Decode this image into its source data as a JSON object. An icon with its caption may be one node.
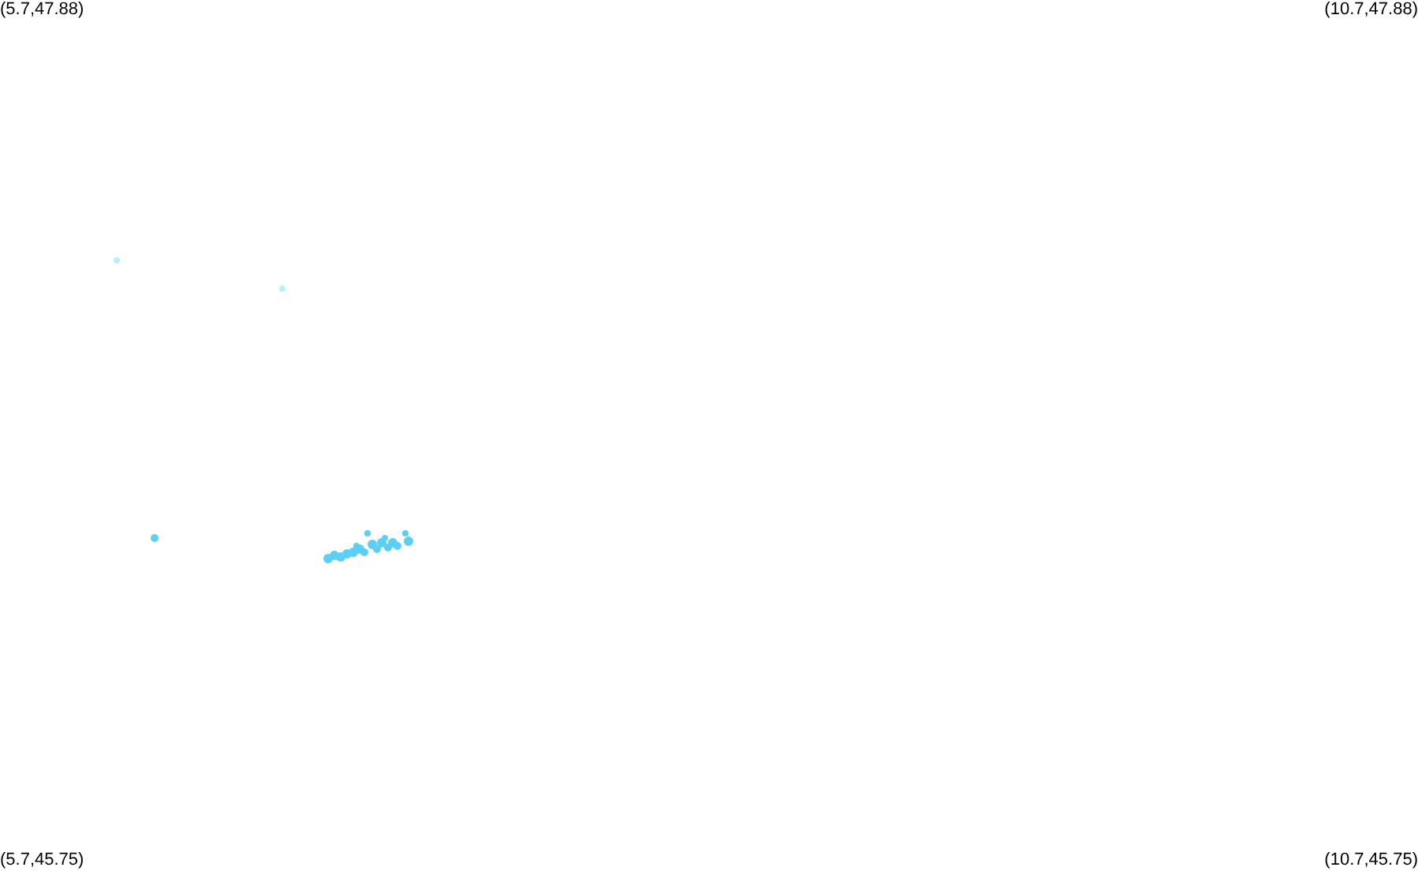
{
  "diagram": {
    "labels": [
      "(5.7,47.88)",
      "(10.7,47.88)",
      "(5.7,45.75)",
      "(10.7,45.75)"
    ]
  }
}
